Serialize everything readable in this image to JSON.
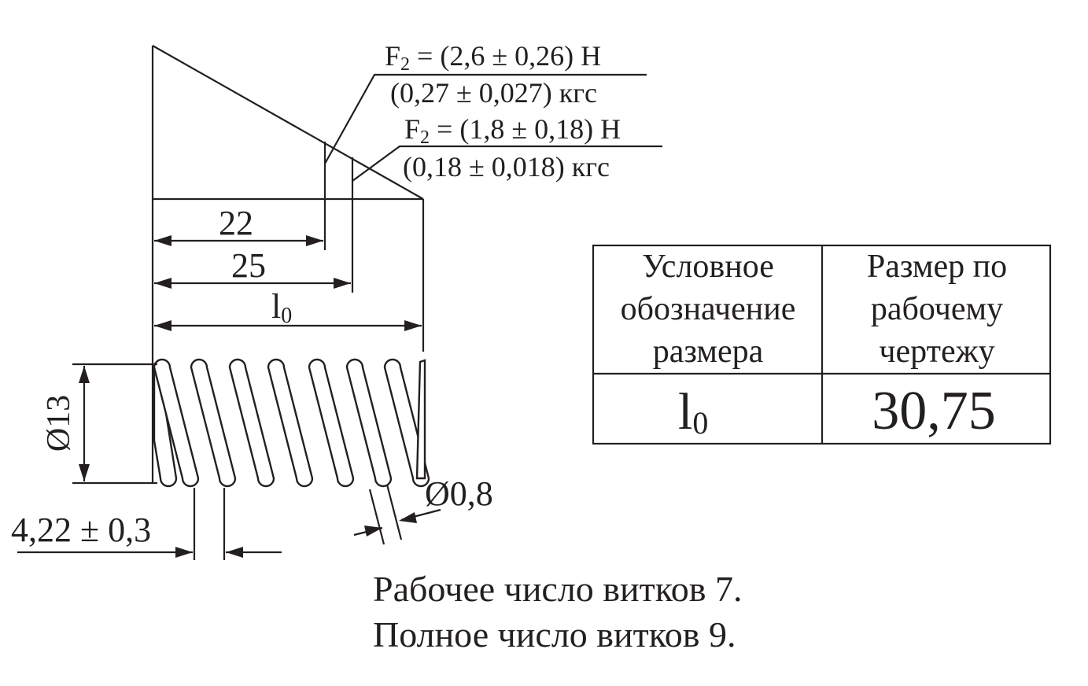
{
  "loads": {
    "f_high": {
      "sym": "F",
      "sub": "2",
      "value": " = (2,6 ± 0,26) Н",
      "alt": "(0,27 ± 0,027) кгс"
    },
    "f_low": {
      "sym": "F",
      "sub": "2",
      "value": " = (1,8 ± 0,18) Н",
      "alt": "(0,18 ± 0,018) кгс"
    }
  },
  "dims": {
    "len_22": "22",
    "len_25": "25",
    "l0_sym": "l",
    "l0_sub": "0",
    "outer_diameter": "Ø13",
    "pitch": "4,22 ± 0,3",
    "wire_diameter": "Ø0,8"
  },
  "table": {
    "header_1": [
      "Условное",
      "обозначение",
      "размера"
    ],
    "header_2": [
      "Размер по",
      "рабочему",
      "чертежу"
    ],
    "row_sym": "l",
    "row_sub": "0",
    "row_value": "30,75"
  },
  "notes": {
    "working_coils": "Рабочее число витков 7.",
    "total_coils": "Полное число витков 9."
  }
}
